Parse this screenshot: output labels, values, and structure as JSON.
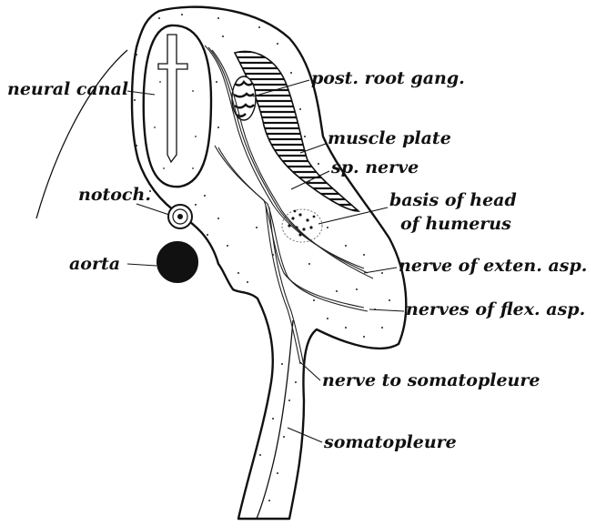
{
  "figure": {
    "labels": {
      "neural_canal": "neural canal",
      "post_root_gang": "post. root gang.",
      "muscle_plate": "muscle plate",
      "sp_nerve": "sp. nerve",
      "notoch": "notoch.",
      "basis_head_line1": "basis of head",
      "basis_head_line2": "of humerus",
      "aorta": "aorta",
      "nerve_exten": "nerve of exten. asp.",
      "nerves_flex": "nerves of flex. asp.",
      "nerve_somato": "nerve to somatopleure",
      "somatopleure": "somatopleure"
    },
    "colors": {
      "ink": "#111111",
      "paper": "#ffffff"
    }
  }
}
